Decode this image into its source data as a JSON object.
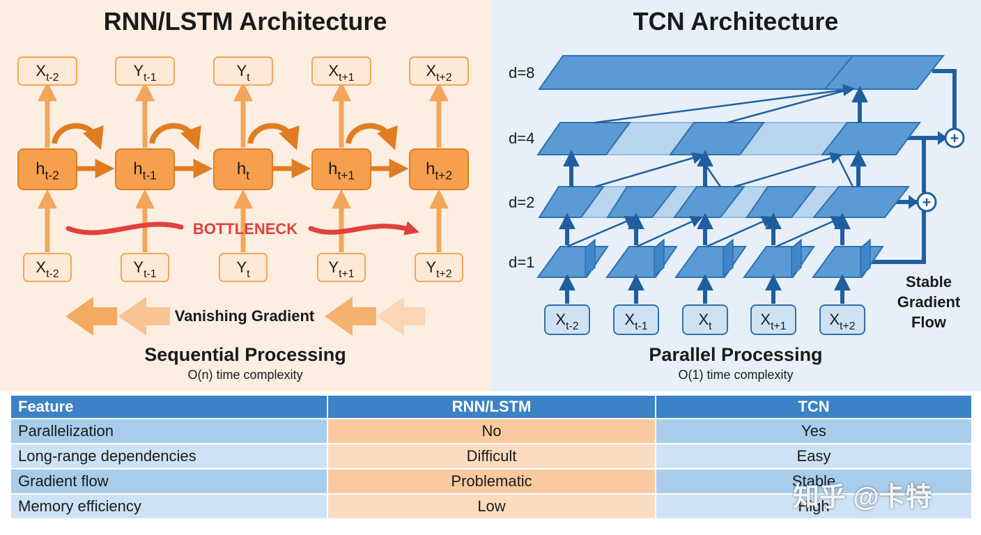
{
  "rnn": {
    "title": "RNN/LSTM Architecture",
    "outputs": [
      {
        "base": "X",
        "sub": "t-2"
      },
      {
        "base": "Y",
        "sub": "t-1"
      },
      {
        "base": "Y",
        "sub": "t"
      },
      {
        "base": "X",
        "sub": "t+1"
      },
      {
        "base": "X",
        "sub": "t+2"
      }
    ],
    "hidden": [
      {
        "base": "h",
        "sub": "t-2"
      },
      {
        "base": "h",
        "sub": "t-1"
      },
      {
        "base": "h",
        "sub": "t"
      },
      {
        "base": "h",
        "sub": "t+1"
      },
      {
        "base": "h",
        "sub": "t+2"
      }
    ],
    "inputs": [
      {
        "base": "X",
        "sub": "t-2"
      },
      {
        "base": "Y",
        "sub": "t-1"
      },
      {
        "base": "Y",
        "sub": "t"
      },
      {
        "base": "Y",
        "sub": "t+1"
      },
      {
        "base": "Y",
        "sub": "t+2"
      }
    ],
    "bottleneck_label": "BOTTLENECK",
    "gradient_label": "Vanishing Gradient",
    "processing_title": "Sequential Processing",
    "complexity": "O(n) time complexity",
    "colors": {
      "node": "#f6a04d",
      "node_border": "#e07d22",
      "arrow": "#f2a65a",
      "bottleneck": "#e0403e",
      "box_fill": "#fde9d6"
    }
  },
  "tcn": {
    "title": "TCN Architecture",
    "levels": [
      "d=8",
      "d=4",
      "d=2",
      "d=1"
    ],
    "inputs": [
      {
        "base": "X",
        "sub": "t-2"
      },
      {
        "base": "X",
        "sub": "t-1"
      },
      {
        "base": "X",
        "sub": "t"
      },
      {
        "base": "X",
        "sub": "t+1"
      },
      {
        "base": "X",
        "sub": "t+2"
      }
    ],
    "stable_label": [
      "Stable",
      "Gradient",
      "Flow"
    ],
    "plus_symbol": "+",
    "processing_title": "Parallel Processing",
    "complexity": "O(1) time complexity",
    "colors": {
      "layer": "#5b9bd5",
      "layer_border": "#2f6fb0",
      "arrow": "#1f5f9f",
      "box_fill": "#cfe2f3"
    }
  },
  "table": {
    "headers": [
      "Feature",
      "RNN/LSTM",
      "TCN"
    ],
    "rows": [
      [
        "Parallelization",
        "No",
        "Yes"
      ],
      [
        "Long-range dependencies",
        "Difficult",
        "Easy"
      ],
      [
        "Gradient flow",
        "Problematic",
        "Stable"
      ],
      [
        "Memory efficiency",
        "Low",
        "High"
      ]
    ]
  },
  "watermark": "知乎 @卡特"
}
